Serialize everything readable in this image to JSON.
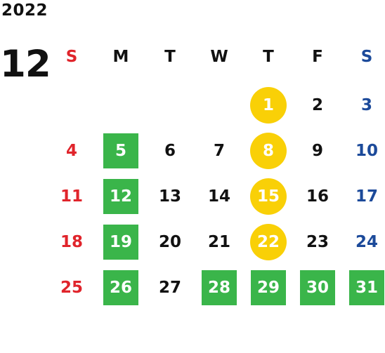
{
  "header": {
    "year": "2022",
    "month": "12"
  },
  "weekdays": [
    "S",
    "M",
    "T",
    "W",
    "T",
    "F",
    "S"
  ],
  "colors": {
    "sunday": "#e0242b",
    "saturday": "#1c4a9a",
    "holiday_green": "#3ab54a",
    "event_yellow": "#f9d007",
    "default_text": "#111111"
  },
  "days": [
    {
      "label": "1",
      "col": 4,
      "week": 0,
      "style": "yellow"
    },
    {
      "label": "2",
      "col": 5,
      "week": 0,
      "style": "normal"
    },
    {
      "label": "3",
      "col": 6,
      "week": 0,
      "style": "sat"
    },
    {
      "label": "4",
      "col": 0,
      "week": 1,
      "style": "sun"
    },
    {
      "label": "5",
      "col": 1,
      "week": 1,
      "style": "green"
    },
    {
      "label": "6",
      "col": 2,
      "week": 1,
      "style": "normal"
    },
    {
      "label": "7",
      "col": 3,
      "week": 1,
      "style": "normal"
    },
    {
      "label": "8",
      "col": 4,
      "week": 1,
      "style": "yellow"
    },
    {
      "label": "9",
      "col": 5,
      "week": 1,
      "style": "normal"
    },
    {
      "label": "10",
      "col": 6,
      "week": 1,
      "style": "sat"
    },
    {
      "label": "11",
      "col": 0,
      "week": 2,
      "style": "sun"
    },
    {
      "label": "12",
      "col": 1,
      "week": 2,
      "style": "green"
    },
    {
      "label": "13",
      "col": 2,
      "week": 2,
      "style": "normal"
    },
    {
      "label": "14",
      "col": 3,
      "week": 2,
      "style": "normal"
    },
    {
      "label": "15",
      "col": 4,
      "week": 2,
      "style": "yellow"
    },
    {
      "label": "16",
      "col": 5,
      "week": 2,
      "style": "normal"
    },
    {
      "label": "17",
      "col": 6,
      "week": 2,
      "style": "sat"
    },
    {
      "label": "18",
      "col": 0,
      "week": 3,
      "style": "sun"
    },
    {
      "label": "19",
      "col": 1,
      "week": 3,
      "style": "green"
    },
    {
      "label": "20",
      "col": 2,
      "week": 3,
      "style": "normal"
    },
    {
      "label": "21",
      "col": 3,
      "week": 3,
      "style": "normal"
    },
    {
      "label": "22",
      "col": 4,
      "week": 3,
      "style": "yellow"
    },
    {
      "label": "23",
      "col": 5,
      "week": 3,
      "style": "normal"
    },
    {
      "label": "24",
      "col": 6,
      "week": 3,
      "style": "sat"
    },
    {
      "label": "25",
      "col": 0,
      "week": 4,
      "style": "sun"
    },
    {
      "label": "26",
      "col": 1,
      "week": 4,
      "style": "green"
    },
    {
      "label": "27",
      "col": 2,
      "week": 4,
      "style": "normal"
    },
    {
      "label": "28",
      "col": 3,
      "week": 4,
      "style": "green"
    },
    {
      "label": "29",
      "col": 4,
      "week": 4,
      "style": "green"
    },
    {
      "label": "30",
      "col": 5,
      "week": 4,
      "style": "green"
    },
    {
      "label": "31",
      "col": 6,
      "week": 4,
      "style": "green"
    }
  ]
}
